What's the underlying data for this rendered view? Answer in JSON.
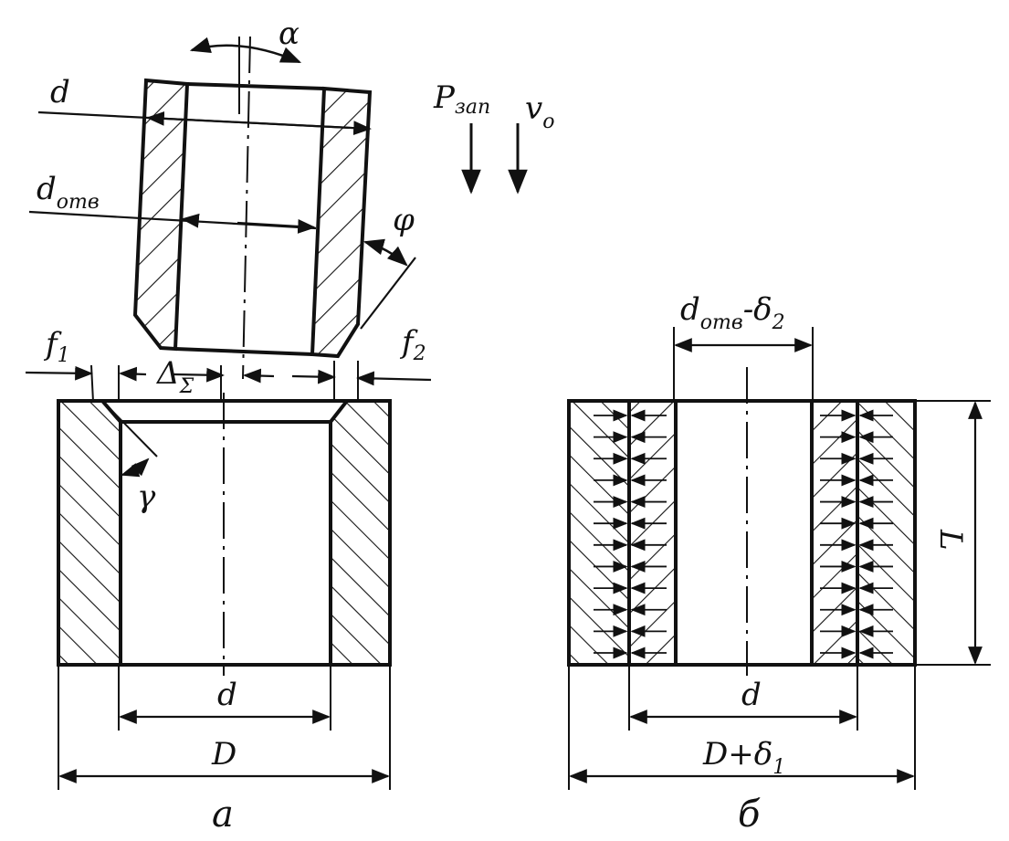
{
  "colors": {
    "ink": "#111111",
    "paper": "#ffffff"
  },
  "labels": {
    "alpha": "α",
    "d_top": "d",
    "d_otv_main": "d",
    "d_otv_sub": "отв",
    "p_main": "P",
    "p_sub": "зап",
    "v_main": "v",
    "v_sub": "o",
    "phi": "φ",
    "f1_main": "f",
    "f1_sub": "1",
    "delta_main": "Δ",
    "delta_sub": "Σ",
    "f2_main": "f",
    "f2_sub": "2",
    "gamma": "γ",
    "d_a": "d",
    "D_a": "D",
    "caption_a": "a",
    "dotv_d2_main": "d",
    "dotv_d2_sub1": "отв",
    "dotv_d2_mid": "-δ",
    "dotv_d2_sub2": "2",
    "L": "L",
    "d_b": "d",
    "Dd1_main": "D+δ",
    "Dd1_sub": "1",
    "caption_b": "б"
  }
}
